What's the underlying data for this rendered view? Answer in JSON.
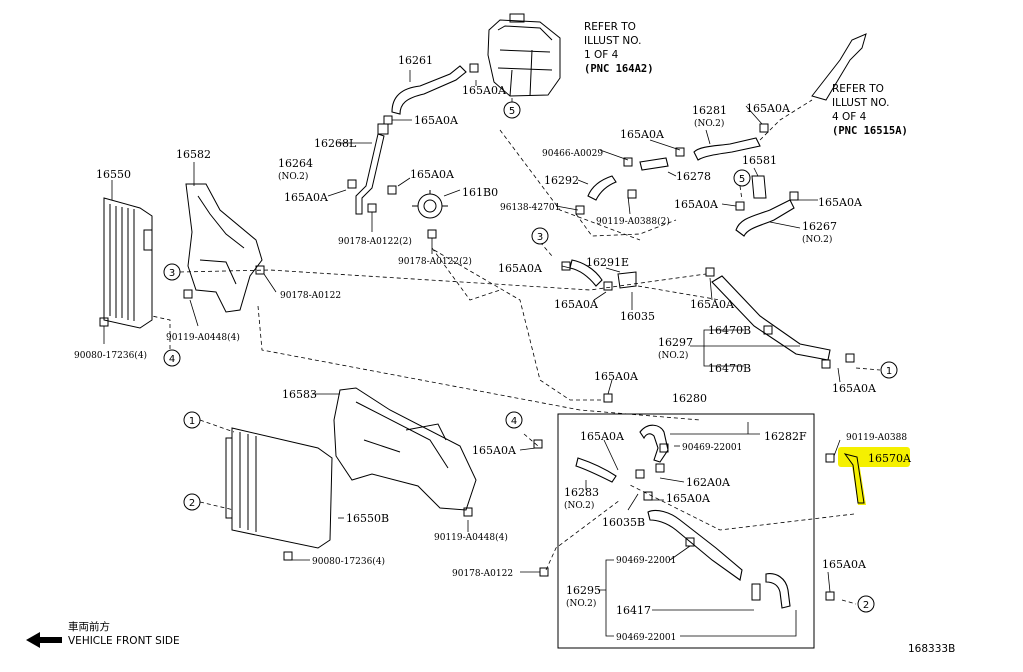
{
  "diagram_id": "168333B",
  "front_note": {
    "line1": "車両前方",
    "line2": "VEHICLE FRONT SIDE"
  },
  "ref_notes": {
    "a": {
      "l1": "REFER TO",
      "l2": "ILLUST NO.",
      "l3": "1 OF 4",
      "l4": "(PNC 164A2)"
    },
    "b": {
      "l1": "REFER TO",
      "l2": "ILLUST NO.",
      "l3": "4 OF 4",
      "l4": "(PNC 16515A)"
    }
  },
  "labels": {
    "p16261": "16261",
    "p165A0A_1": "165A0A",
    "p165A0A_2": "165A0A",
    "p16268L": "16268L",
    "p16264": "16264",
    "p16264n": "(NO.2)",
    "p165A0A_3": "165A0A",
    "p165A0A_4": "165A0A",
    "p161B0": "161B0",
    "p90178a": "90178-A0122(2)",
    "p90178b": "90178-A0122(2)",
    "p16582": "16582",
    "p16550": "16550",
    "p90178c": "90178-A0122",
    "p90119a": "90119-A0448(4)",
    "p90080a": "90080-17236(4)",
    "p90466": "90466-A0029",
    "p16292": "16292",
    "p96138": "96138-42701",
    "p165A0A_5": "165A0A",
    "p16278": "16278",
    "p90119b": "90119-A0388(2)",
    "p16281": "16281",
    "p16281n": "(NO.2)",
    "p165A0A_6": "165A0A",
    "p16581": "16581",
    "p165A0A_7": "165A0A",
    "p165A0A_8": "165A0A",
    "p16267": "16267",
    "p16267n": "(NO.2)",
    "p165A0A_9": "165A0A",
    "p16291E": "16291E",
    "p165A0A_10": "165A0A",
    "p16035": "16035",
    "p165A0A_11": "165A0A",
    "p16297": "16297",
    "p16297n": "(NO.2)",
    "p16470Ba": "16470B",
    "p16470Bb": "16470B",
    "p165A0A_12": "165A0A",
    "p16583": "16583",
    "p165A0A_13": "165A0A",
    "p16280": "16280",
    "p165A0A_14": "165A0A",
    "p90469a": "90469-22001",
    "p16282F": "16282F",
    "p165A0A_15": "165A0A",
    "p16283": "16283",
    "p16283n": "(NO.2)",
    "p162A0A": "162A0A",
    "p165A0A_16": "165A0A",
    "p16035B": "16035B",
    "p16550B": "16550B",
    "p90119c": "90119-A0448(4)",
    "p90080b": "90080-17236(4)",
    "p90178d": "90178-A0122",
    "p90469b": "90469-22001",
    "p16295": "16295",
    "p16295n": "(NO.2)",
    "p16417": "16417",
    "p90469c": "90469-22001",
    "p90119d": "90119-A0388",
    "p16570A": "16570A",
    "p165A0A_17": "165A0A"
  },
  "callouts": {
    "c1": "1",
    "c2": "2",
    "c3": "3",
    "c4": "4",
    "c5": "5"
  },
  "colors": {
    "highlight": "#f5f000",
    "ink": "#000000"
  }
}
